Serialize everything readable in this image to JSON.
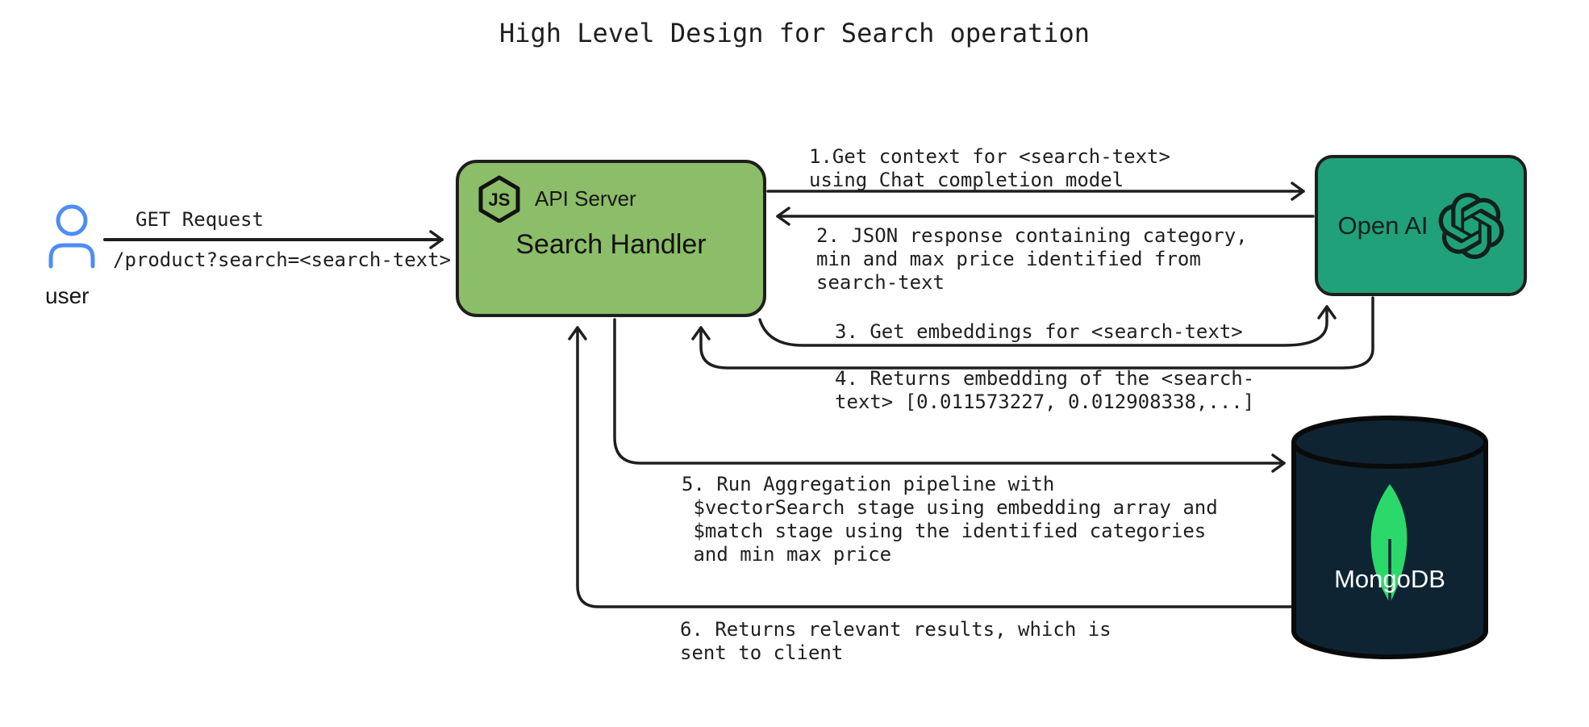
{
  "title": "High Level Design for Search operation",
  "colors": {
    "stroke": "#1e1e1e",
    "api_server_fill": "#8cbd68",
    "openai_fill": "#21a179",
    "mongodb_fill": "#0e2433",
    "mongodb_leaf_green": "#2bd96a",
    "user_icon_blue": "#4e8df5",
    "mongodb_text": "#ffffff"
  },
  "user": {
    "label": "user",
    "request_title": "GET Request",
    "request_path": "/product?search=<search-text>"
  },
  "api_server": {
    "badge": "API Server",
    "name": "Search Handler",
    "icon": "nodejs-icon"
  },
  "openai": {
    "name": "Open AI",
    "icon": "openai-icon"
  },
  "mongodb": {
    "name": "MongoDB",
    "icon": "mongodb-leaf-icon"
  },
  "steps": [
    {
      "id": 1,
      "from": "api-server",
      "to": "openai",
      "text": "1.Get context for <search-text>\nusing Chat completion model"
    },
    {
      "id": 2,
      "from": "openai",
      "to": "api-server",
      "text": "2. JSON response containing category,\nmin and max price identified from\nsearch-text"
    },
    {
      "id": 3,
      "from": "api-server",
      "to": "openai",
      "text": "3. Get embeddings for <search-text>"
    },
    {
      "id": 4,
      "from": "openai",
      "to": "api-server",
      "text": "4. Returns embedding of the <search-\ntext> [0.011573227, 0.012908338,...]"
    },
    {
      "id": 5,
      "from": "api-server",
      "to": "mongodb",
      "text": "5. Run Aggregation pipeline with\n $vectorSearch stage using embedding array and\n $match stage using the identified categories\n and min max price"
    },
    {
      "id": 6,
      "from": "mongodb",
      "to": "api-server",
      "text": "6. Returns relevant results, which is\nsent to client"
    }
  ]
}
